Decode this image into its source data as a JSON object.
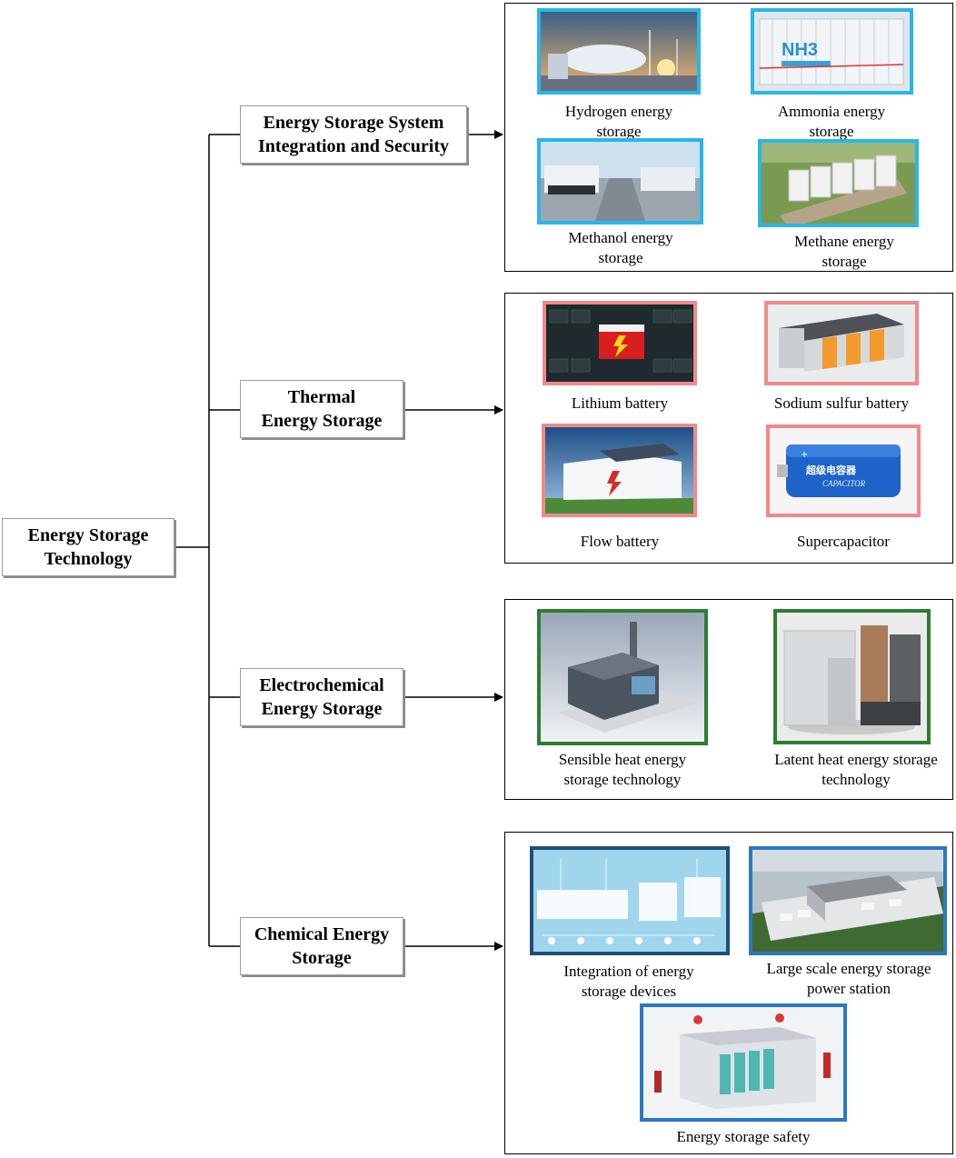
{
  "root": {
    "label": "Energy Storage Technology"
  },
  "branches": [
    {
      "label": "Energy Storage System Integration and Security"
    },
    {
      "label": "Thermal Energy Storage"
    },
    {
      "label": "Electrochemical Energy Storage"
    },
    {
      "label": "Chemical Energy Storage"
    }
  ],
  "groups": [
    {
      "frame_color": "#29b6e8",
      "items": [
        {
          "caption": "Hydrogen energy storage",
          "image": "hydrogen-tank-image"
        },
        {
          "caption": "Ammonia energy storage",
          "image": "ammonia-container-image"
        },
        {
          "caption": "Methanol energy storage",
          "image": "methanol-plant-image"
        },
        {
          "caption": "Methane energy storage",
          "image": "methane-modules-image"
        }
      ]
    },
    {
      "frame_color": "#f08a8a",
      "items": [
        {
          "caption": "Lithium battery",
          "image": "lithium-battery-image"
        },
        {
          "caption": "Sodium sulfur battery",
          "image": "sodium-sulfur-battery-image"
        },
        {
          "caption": "Flow battery",
          "image": "flow-battery-image"
        },
        {
          "caption": "Supercapacitor",
          "image": "supercapacitor-image"
        }
      ]
    },
    {
      "frame_color": "#2e7d32",
      "items": [
        {
          "caption": "Sensible heat energy storage technology",
          "image": "sensible-heat-plant-image"
        },
        {
          "caption": "Latent heat energy storage technology",
          "image": "latent-heat-unit-image"
        }
      ]
    },
    {
      "frame_color": "#2b78c2",
      "items": [
        {
          "caption": "Integration of energy storage devices",
          "image": "device-integration-image"
        },
        {
          "caption": "Large scale energy storage power station",
          "image": "power-station-image"
        },
        {
          "caption": "Energy storage safety",
          "image": "safety-system-image"
        }
      ]
    }
  ],
  "capacitor_label": {
    "cn": "超级电容器",
    "en": "CAPACITOR"
  },
  "ammonia_label": "NH3"
}
